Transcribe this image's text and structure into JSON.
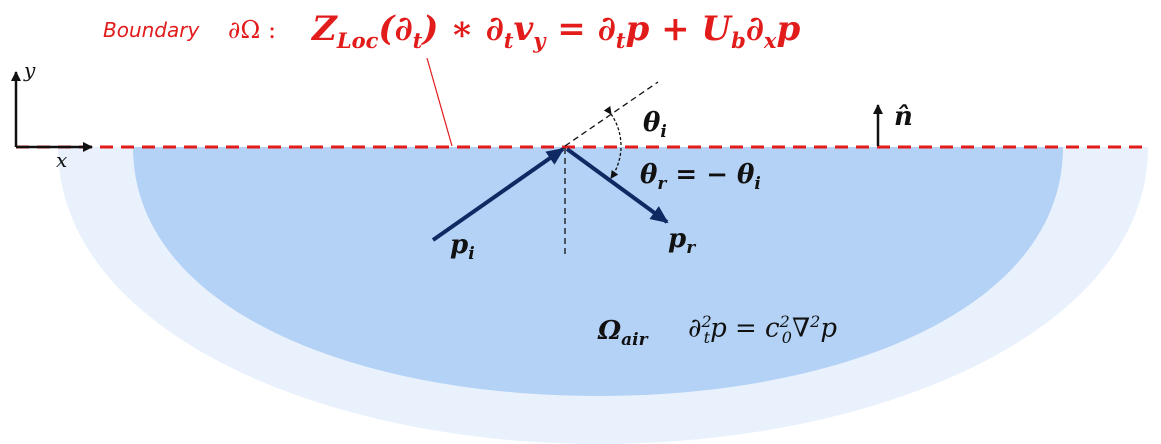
{
  "boundary": {
    "word": "Boundary",
    "symbol": "∂Ω :",
    "equation_lhs": "Z",
    "equation_lhs_sub": "Loc",
    "equation_rest_1": "(∂",
    "equation_rest_1_sub": "t",
    "equation_rest_2": ") ∗ ∂",
    "equation_rest_2_sub": "t",
    "equation_rest_3": "v",
    "equation_rest_3_sub": "y",
    "equation_rest_4": " = ∂",
    "equation_rest_4_sub": "t",
    "equation_rest_5": "p + U",
    "equation_rest_5_sub": "b",
    "equation_rest_6": "∂",
    "equation_rest_6_sub": "x",
    "equation_rest_7": "p"
  },
  "axes": {
    "y": "y",
    "x": "x"
  },
  "normal": {
    "label": "n̂"
  },
  "angles": {
    "incident": "θ",
    "incident_sub": "i",
    "reflected": "θ",
    "reflected_sub": "r",
    "reflected_eq": " = − θ",
    "reflected_eq_sub": "i"
  },
  "waves": {
    "incident": "p",
    "incident_sub": "i",
    "reflected": "p",
    "reflected_sub": "r"
  },
  "domain": {
    "omega": "Ω",
    "omega_sub": "air",
    "wave_eq_1": "∂",
    "wave_eq_1_sup": "2",
    "wave_eq_1_sub": "t",
    "wave_eq_2": "p = c",
    "wave_eq_2_sup": "2",
    "wave_eq_2_sub": "0",
    "wave_eq_3": "∇",
    "wave_eq_3_sup": "2",
    "wave_eq_4": "p"
  },
  "colors": {
    "boundary": "#e21b1b",
    "outer_region": "#e8f1fc",
    "inner_region": "#b3d2f6",
    "arrows": "#0f2a63"
  }
}
